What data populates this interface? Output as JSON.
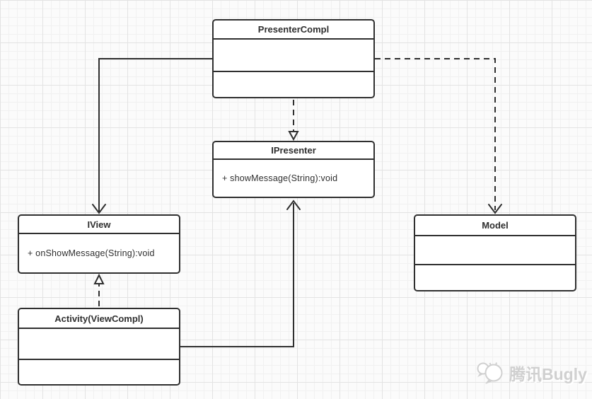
{
  "nodes": {
    "presenter_compl": {
      "title": "PresenterCompl"
    },
    "ipresenter": {
      "title": "IPresenter",
      "methods": [
        "+ showMessage(String):void"
      ]
    },
    "iview": {
      "title": "IView",
      "methods": [
        "+ onShowMessage(String):void"
      ]
    },
    "activity": {
      "title": "Activity(ViewCompl)"
    },
    "model": {
      "title": "Model"
    }
  },
  "edges": [
    {
      "from": "PresenterCompl",
      "to": "IView",
      "line": "solid",
      "arrowhead": "open"
    },
    {
      "from": "PresenterCompl",
      "to": "IPresenter",
      "line": "dashed",
      "arrowhead": "hollow-triangle"
    },
    {
      "from": "PresenterCompl",
      "to": "Model",
      "line": "dashed",
      "arrowhead": "open"
    },
    {
      "from": "Activity(ViewCompl)",
      "to": "IView",
      "line": "dashed",
      "arrowhead": "hollow-triangle"
    },
    {
      "from": "Activity(ViewCompl)",
      "to": "IPresenter",
      "line": "solid",
      "arrowhead": "open"
    }
  ],
  "watermark": {
    "text": "腾讯Bugly"
  },
  "colors": {
    "stroke": "#2f2f2f",
    "canvas_background": "#fbfbfb",
    "grid_minor": "#f1f1f1",
    "grid_major": "#e3e3e3",
    "node_fill": "#ffffff",
    "watermark": "#d0d0d0"
  }
}
